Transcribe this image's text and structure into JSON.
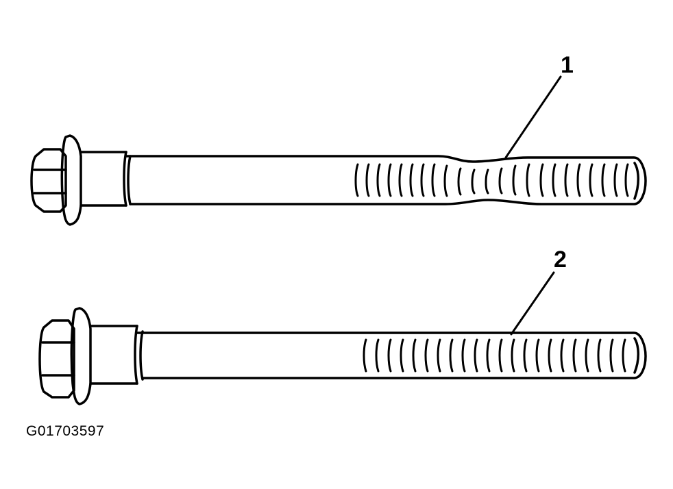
{
  "figure": {
    "code": "G01703597"
  },
  "callouts": [
    {
      "number": "1"
    },
    {
      "number": "2"
    }
  ],
  "colors": {
    "stroke": "#000000",
    "background": "#ffffff"
  }
}
